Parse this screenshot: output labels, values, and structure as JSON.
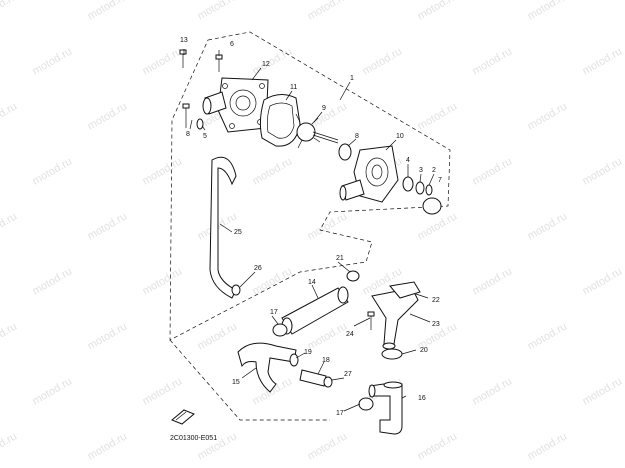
{
  "diagram": {
    "watermark_text": "motod.ru",
    "drawing_code": "2C01300-E051",
    "callouts": [
      "1",
      "2",
      "3",
      "4",
      "5",
      "6",
      "7",
      "8",
      "8",
      "9",
      "10",
      "11",
      "12",
      "13",
      "14",
      "15",
      "16",
      "17",
      "17",
      "18",
      "19",
      "20",
      "21",
      "22",
      "23",
      "24",
      "25",
      "26",
      "27"
    ]
  }
}
